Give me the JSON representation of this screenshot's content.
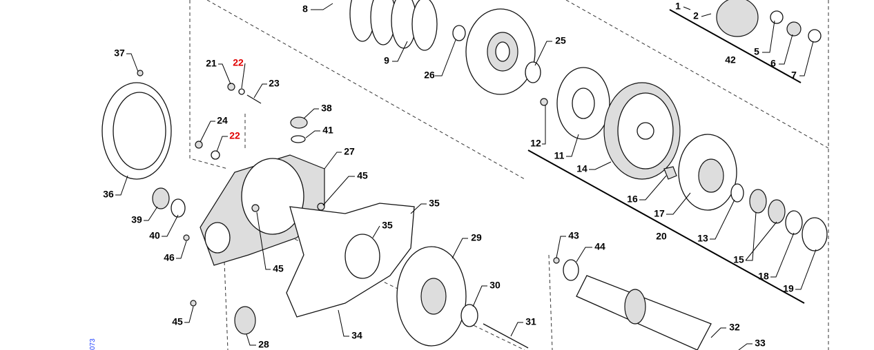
{
  "diagram": {
    "code": "073",
    "labels": {
      "l8": "8",
      "l9": "9",
      "l26": "26",
      "l25": "25",
      "l1": "1",
      "l2": "2",
      "l42": "42",
      "l5": "5",
      "l6": "6",
      "l7": "7",
      "l37": "37",
      "l21": "21",
      "l22a": "22",
      "l23": "23",
      "l38": "38",
      "l24": "24",
      "l22b": "22",
      "l41": "41",
      "l12": "12",
      "l11": "11",
      "l14": "14",
      "l27": "27",
      "l45a": "45",
      "l36": "36",
      "l16": "16",
      "l17": "17",
      "l20": "20",
      "l13": "13",
      "l15": "15",
      "l18": "18",
      "l19": "19",
      "l39": "39",
      "l40": "40",
      "l35a": "35",
      "l35b": "35",
      "l46": "46",
      "l45b": "45",
      "l29": "29",
      "l43": "43",
      "l44": "44",
      "l30": "30",
      "l31": "31",
      "l45c": "45",
      "l28": "28",
      "l34": "34",
      "l32": "32",
      "l33": "33"
    },
    "colors": {
      "highlight": "#e00000",
      "code": "#1a3cff"
    }
  }
}
